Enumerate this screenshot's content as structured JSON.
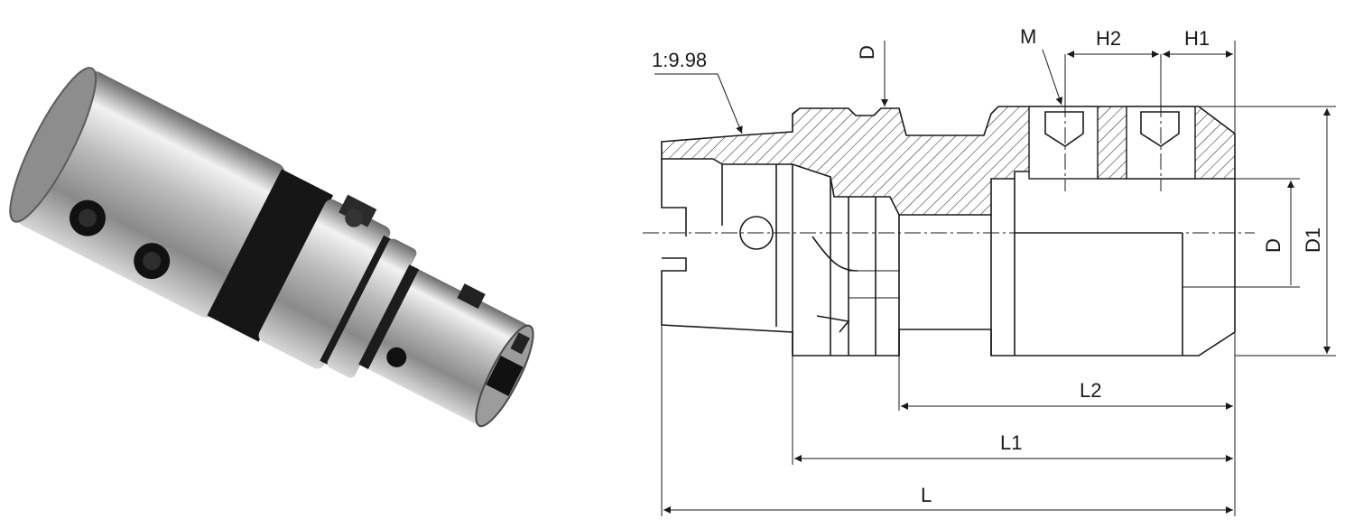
{
  "product_photo": {
    "description_icon": "tool-holder-photo",
    "colors": {
      "steel_light": "#e6e6e6",
      "steel_mid": "#a9a9a9",
      "steel_dark": "#4a4a4a",
      "band": "#161616"
    }
  },
  "drawing": {
    "labels": {
      "taper": "1:9.98",
      "top_dim": "D",
      "thread": "M",
      "h2": "H2",
      "h1": "H1",
      "bore": "D",
      "outer": "D1",
      "l2": "L2",
      "l1": "L1",
      "l": "L"
    }
  }
}
